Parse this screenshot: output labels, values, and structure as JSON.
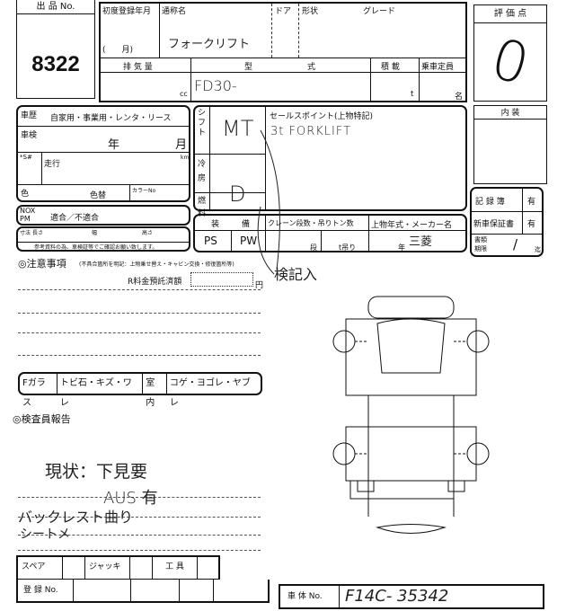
{
  "lot": {
    "label": "出 品 No.",
    "number": "8322"
  },
  "vehicle": {
    "first_reg_label": "初度登録年月",
    "month_label": "(　　月)",
    "name_label": "通称名",
    "name_value": "フォークリフト",
    "door_label": "ドア",
    "shape_label": "形状",
    "grade_label": "グレード",
    "displacement_label": "排 気 量",
    "cc_unit": "cc",
    "model_label_1": "型",
    "model_label_2": "式",
    "model_value": "FD30-",
    "load_label": "積 載",
    "load_unit": "t",
    "capacity_label": "乗車定員",
    "capacity_unit": "名"
  },
  "score": {
    "label": "評 価 点",
    "value": "0"
  },
  "interior": {
    "label": "内 装"
  },
  "history": {
    "label": "車歴",
    "options": "自家用・事業用・レンタ・リース",
    "inspection_label": "車検",
    "year_unit": "年",
    "month_unit": "月",
    "mileage_prefix": "*S#",
    "mileage_label": "走行",
    "km_unit": "km",
    "color_label": "色",
    "color_change_label": "色替",
    "color_no_label": "カラーNo"
  },
  "nox": {
    "label_1": "NOX",
    "label_2": "PM",
    "value": "適合／不適合"
  },
  "size": {
    "length": "長さ",
    "width": "幅",
    "height": "高さ",
    "note": "参考資料の為、車検証等でご確認お願い致します。",
    "dims": "寸法"
  },
  "shift": {
    "shift_label": "シフト",
    "shift_value": "MT",
    "ac_label": "冷房",
    "fuel_label": "燃料",
    "fuel_value": "D"
  },
  "sales_point": {
    "label": "セールスポイント(上物特記)",
    "value": "3t FORKLIFT"
  },
  "equipment": {
    "label_1": "装",
    "label_2": "備",
    "ps": "PS",
    "pw": "PW",
    "crane_label": "クレーン段数・吊りトン数",
    "dan": "段",
    "t_tsuri": "t吊り",
    "upper_label": "上物年式・メーカー名",
    "year_unit": "年",
    "maker": "三菱",
    "margin_note": "検記入"
  },
  "records": {
    "record_book": "記 録 簿",
    "record_value": "有",
    "warranty": "新車保証書",
    "warranty_value": "有",
    "docs_label_1": "書類",
    "docs_label_2": "期限",
    "docs_value": "/",
    "docs_unit": "迄"
  },
  "notes": {
    "title": "◎注意事項",
    "subtitle": "(不具合箇所を明記：上物乗せ替え・キャビン交換・修復箇所等)",
    "recycle_label": "R料金預託済額",
    "yen": "円"
  },
  "glass": {
    "f_glass": "Fガラス",
    "glass_damage": "トビ石・キズ・ワレ",
    "interior": "室内",
    "interior_damage": "コゲ・ヨゴレ・ヤブレ"
  },
  "inspector": {
    "title": "◎検査員報告",
    "lines": [
      "現状：下見要",
      "AUS 有",
      "バックレスト曲り",
      "シートメ"
    ]
  },
  "tools": {
    "spare": "スペア",
    "jack": "ジャッキ",
    "tools": "工 具"
  },
  "registration": {
    "label": "登 録 No."
  },
  "chassis": {
    "label": "車 体 No.",
    "value": "F14C- 35342"
  }
}
